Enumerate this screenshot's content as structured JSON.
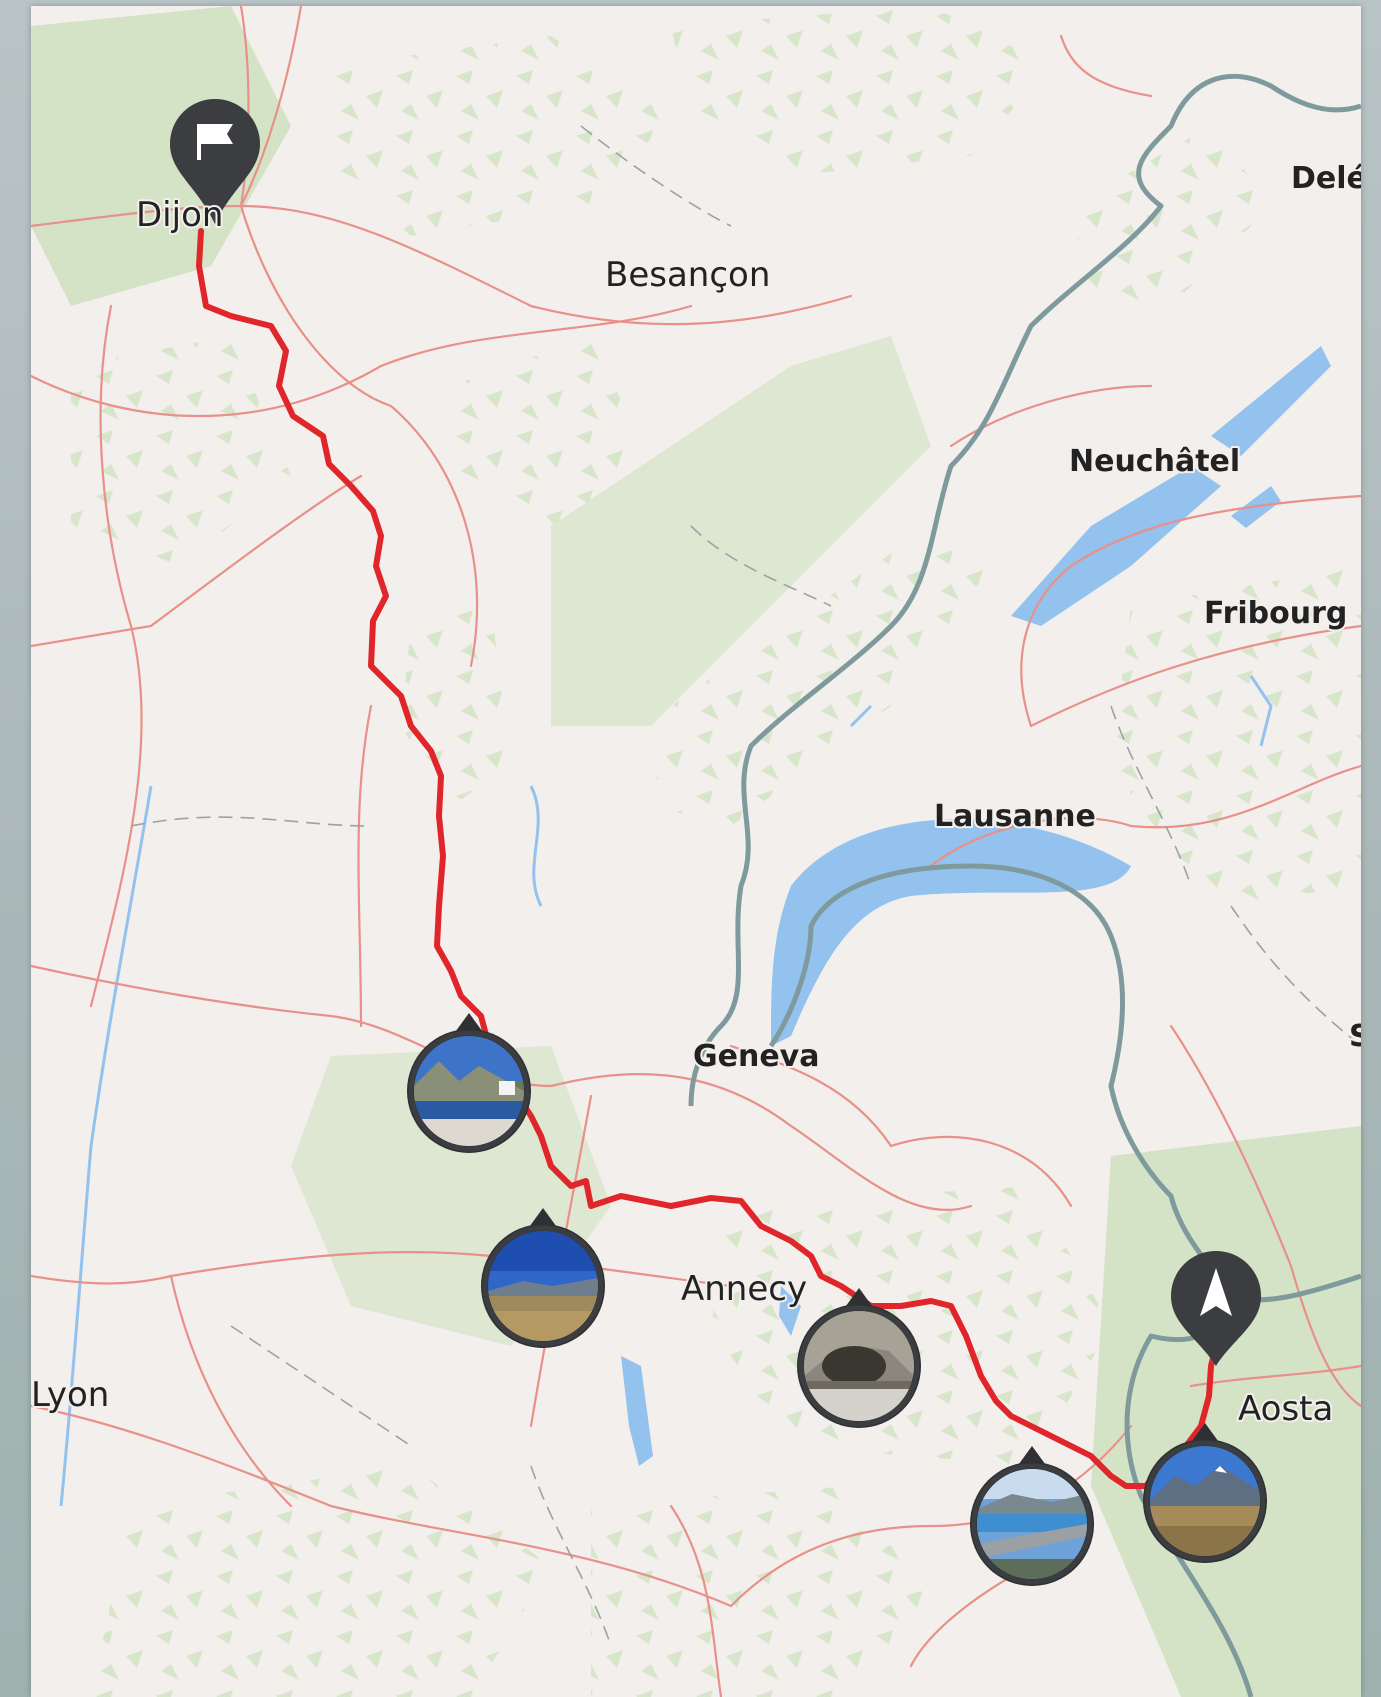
{
  "map": {
    "cities": [
      {
        "id": "dijon",
        "name": "Dijon",
        "style": "regular"
      },
      {
        "id": "besancon",
        "name": "Besançon",
        "style": "regular"
      },
      {
        "id": "delemont",
        "name": "Delé",
        "style": "bold"
      },
      {
        "id": "neuchatel",
        "name": "Neuchâtel",
        "style": "bold"
      },
      {
        "id": "fribourg",
        "name": "Fribourg",
        "style": "bold"
      },
      {
        "id": "lausanne",
        "name": "Lausanne",
        "style": "bold"
      },
      {
        "id": "geneva",
        "name": "Geneva",
        "style": "bold"
      },
      {
        "id": "sion",
        "name": "S",
        "style": "bold"
      },
      {
        "id": "annecy",
        "name": "Annecy",
        "style": "regular"
      },
      {
        "id": "lyon",
        "name": "Lyon",
        "style": "regular"
      },
      {
        "id": "aosta",
        "name": "Aosta",
        "style": "regular"
      }
    ],
    "markers": {
      "start": {
        "icon": "flag-icon",
        "color": "#3b3d40"
      },
      "end": {
        "icon": "navigation-arrow-icon",
        "color": "#3b3d40"
      },
      "photos": [
        {
          "id": "photo-1",
          "scene": "lake-shore"
        },
        {
          "id": "photo-2",
          "scene": "grassland"
        },
        {
          "id": "photo-3",
          "scene": "cave"
        },
        {
          "id": "photo-4",
          "scene": "dam"
        },
        {
          "id": "photo-5",
          "scene": "alpine-valley"
        }
      ]
    },
    "colors": {
      "route": "#e0262b",
      "roads": "#e8908a",
      "border": "#7f9a9c",
      "water": "#93c2ef",
      "forest": "#c8ddb7",
      "land": "#f3efec",
      "marker": "#3b3d40"
    }
  }
}
